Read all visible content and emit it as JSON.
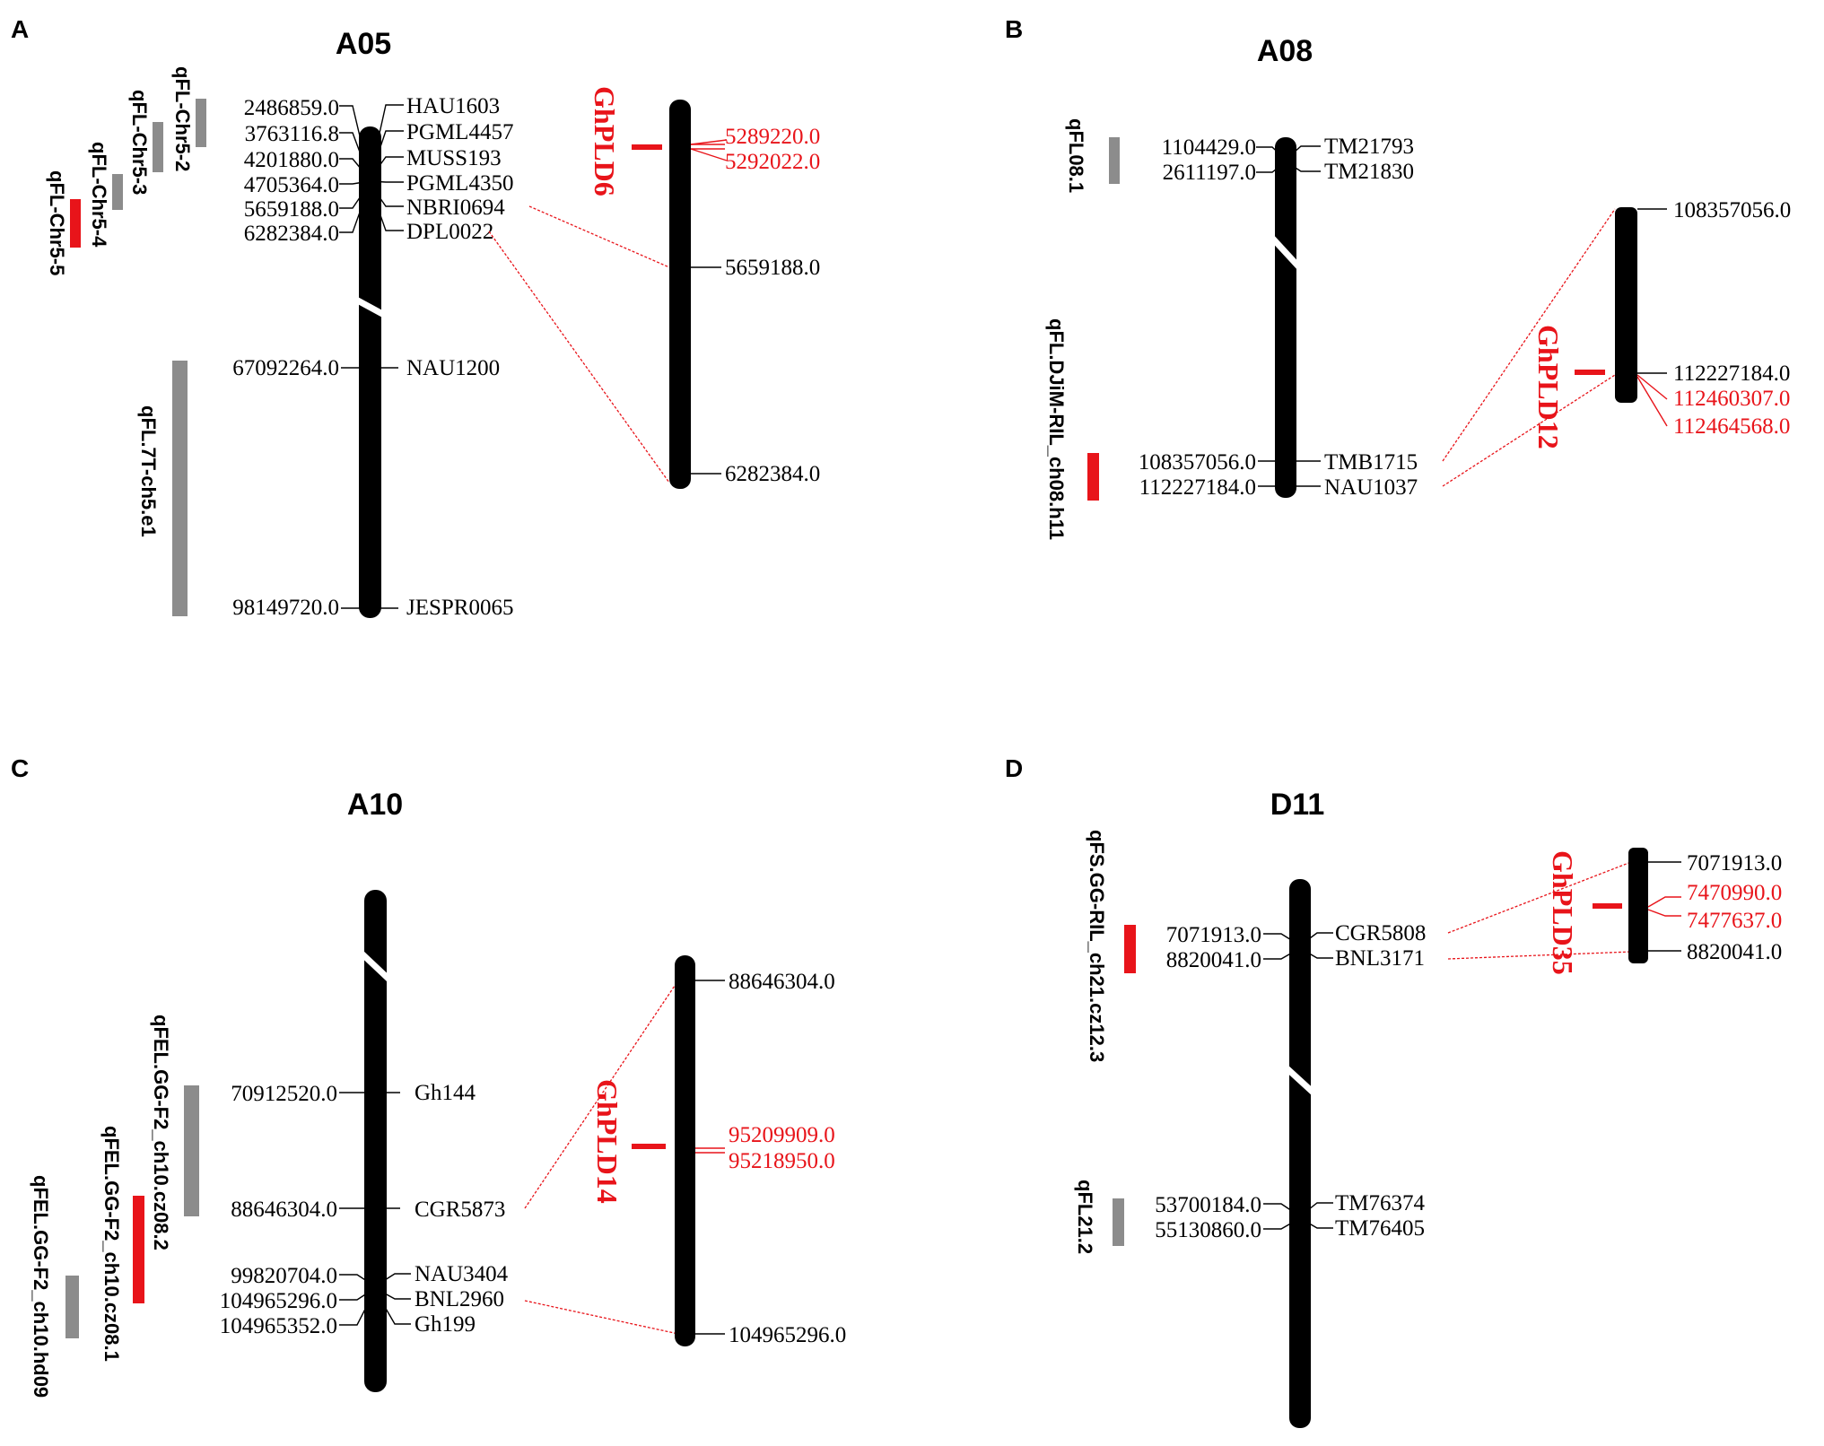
{
  "panels": {
    "A": {
      "letter": "A",
      "chromosome": "A05",
      "positions": [
        "2486859.0",
        "3763116.8",
        "4201880.0",
        "4705364.0",
        "5659188.0",
        "6282384.0",
        "67092264.0",
        "98149720.0"
      ],
      "markers": [
        "HAU1603",
        "PGML4457",
        "MUSS193",
        "PGML4350",
        "NBRI0694",
        "DPL0022",
        "NAU1200",
        "JESPR0065"
      ],
      "qtls": [
        "qFL-Chr5-2",
        "qFL-Chr5-3",
        "qFL-Chr5-4",
        "qFL-Chr5-5",
        "qFL.7T-ch5.e1"
      ],
      "gene": "GhPLD6",
      "zoom_positions": [
        "5289220.0",
        "5292022.0",
        "5659188.0",
        "6282384.0"
      ]
    },
    "B": {
      "letter": "B",
      "chromosome": "A08",
      "positions": [
        "1104429.0",
        "2611197.0",
        "108357056.0",
        "112227184.0"
      ],
      "markers": [
        "TM21793",
        "TM21830",
        "TMB1715",
        "NAU1037"
      ],
      "qtls": [
        "qFL08.1",
        "qFL.DJiM-RIL_ch08.h11"
      ],
      "gene": "GhPLD12",
      "zoom_positions": [
        "108357056.0",
        "112227184.0",
        "112460307.0",
        "112464568.0"
      ]
    },
    "C": {
      "letter": "C",
      "chromosome": "A10",
      "positions": [
        "70912520.0",
        "88646304.0",
        "99820704.0",
        "104965296.0",
        "104965352.0"
      ],
      "markers": [
        "Gh144",
        "CGR5873",
        "NAU3404",
        "BNL2960",
        "Gh199"
      ],
      "qtls": [
        "qFEL.GG-F2_ch10.cz08.2",
        "qFEL.GG-F2_ch10.cz08.1",
        "qFEL.GG-F2_ch10.hd09"
      ],
      "gene": "GhPLD14",
      "zoom_positions": [
        "88646304.0",
        "95209909.0",
        "95218950.0",
        "104965296.0"
      ]
    },
    "D": {
      "letter": "D",
      "chromosome": "D11",
      "positions": [
        "7071913.0",
        "8820041.0",
        "53700184.0",
        "55130860.0"
      ],
      "markers": [
        "CGR5808",
        "BNL3171",
        "TM76374",
        "TM76405"
      ],
      "qtls": [
        "qFS.GG-RIL_ch21.cz12.3",
        "qFL21.2"
      ],
      "gene": "GhPLD35",
      "zoom_positions": [
        "7071913.0",
        "7470990.0",
        "7477637.0",
        "8820041.0"
      ]
    }
  },
  "colors": {
    "highlight": "#e8141a",
    "qtl_gray": "#8c8c8c",
    "chromosome": "#000000"
  }
}
